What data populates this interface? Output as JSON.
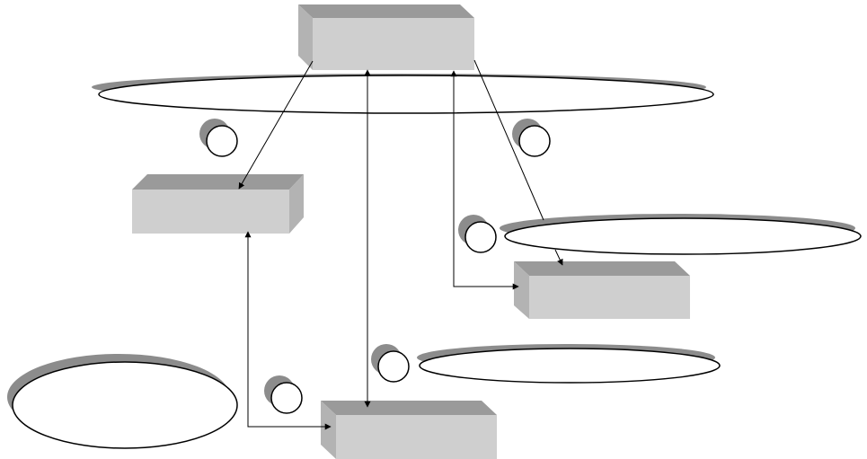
{
  "diagram": {
    "boxes": [
      {
        "id": "top-box",
        "label": ""
      },
      {
        "id": "left-box",
        "label": ""
      },
      {
        "id": "right-box",
        "label": ""
      },
      {
        "id": "bottom-box",
        "label": ""
      }
    ],
    "ellipses": [
      {
        "id": "wide-top-ellipse",
        "label": ""
      },
      {
        "id": "right-ellipse",
        "label": ""
      },
      {
        "id": "middle-ellipse",
        "label": ""
      },
      {
        "id": "left-ellipse",
        "label": ""
      }
    ],
    "markers": [
      {
        "id": "marker-1",
        "label": ""
      },
      {
        "id": "marker-2",
        "label": ""
      },
      {
        "id": "marker-3",
        "label": ""
      },
      {
        "id": "marker-4",
        "label": ""
      },
      {
        "id": "marker-5",
        "label": ""
      }
    ],
    "colors": {
      "box_top_face": "#9a9a9a",
      "box_front_face": "#cfcfcf",
      "shadow": "#8c8c8c",
      "line": "#000000",
      "background": "#ffffff"
    }
  }
}
